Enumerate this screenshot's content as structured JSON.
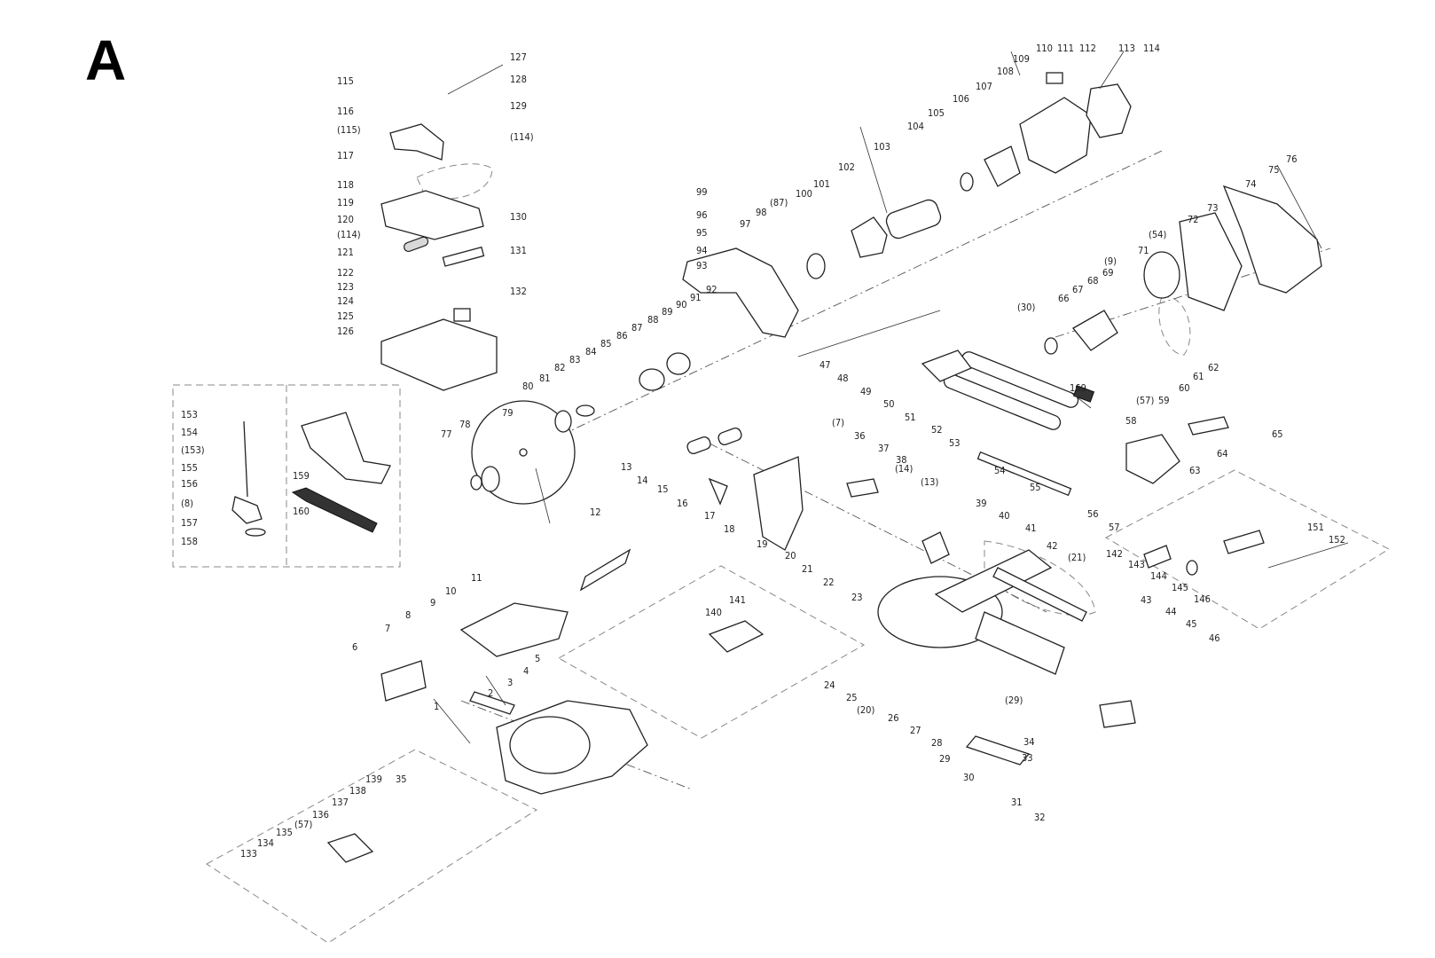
{
  "diagram": {
    "title": "A",
    "callouts": [
      {
        "id": "c1",
        "text": "1"
      },
      {
        "id": "c2",
        "text": "2"
      },
      {
        "id": "c3",
        "text": "3"
      },
      {
        "id": "c4",
        "text": "4"
      },
      {
        "id": "c5",
        "text": "5"
      },
      {
        "id": "c6",
        "text": "6"
      },
      {
        "id": "c7",
        "text": "7"
      },
      {
        "id": "c8",
        "text": "8"
      },
      {
        "id": "c9",
        "text": "9"
      },
      {
        "id": "c10",
        "text": "10"
      },
      {
        "id": "c11",
        "text": "11"
      },
      {
        "id": "c12",
        "text": "12"
      },
      {
        "id": "c13",
        "text": "13"
      },
      {
        "id": "c14",
        "text": "14"
      },
      {
        "id": "c15",
        "text": "15"
      },
      {
        "id": "c16",
        "text": "16"
      },
      {
        "id": "c17",
        "text": "17"
      },
      {
        "id": "c18",
        "text": "18"
      },
      {
        "id": "c19",
        "text": "19"
      },
      {
        "id": "c20",
        "text": "20"
      },
      {
        "id": "c21",
        "text": "21"
      },
      {
        "id": "c22",
        "text": "22"
      },
      {
        "id": "c23",
        "text": "23"
      },
      {
        "id": "c24",
        "text": "24"
      },
      {
        "id": "c25",
        "text": "25"
      },
      {
        "id": "c26",
        "text": "26"
      },
      {
        "id": "c27",
        "text": "27"
      },
      {
        "id": "c28",
        "text": "28"
      },
      {
        "id": "c29",
        "text": "29"
      },
      {
        "id": "c30",
        "text": "30"
      },
      {
        "id": "c31",
        "text": "31"
      },
      {
        "id": "c32",
        "text": "32"
      },
      {
        "id": "c33",
        "text": "33"
      },
      {
        "id": "c34",
        "text": "34"
      },
      {
        "id": "c35",
        "text": "35"
      },
      {
        "id": "c36",
        "text": "36"
      },
      {
        "id": "c37",
        "text": "37"
      },
      {
        "id": "c38",
        "text": "38"
      },
      {
        "id": "c39",
        "text": "39"
      },
      {
        "id": "c40",
        "text": "40"
      },
      {
        "id": "c41",
        "text": "41"
      },
      {
        "id": "c42",
        "text": "42"
      },
      {
        "id": "c43",
        "text": "43"
      },
      {
        "id": "c44",
        "text": "44"
      },
      {
        "id": "c45",
        "text": "45"
      },
      {
        "id": "c46",
        "text": "46"
      },
      {
        "id": "c47",
        "text": "47"
      },
      {
        "id": "c48",
        "text": "48"
      },
      {
        "id": "c49",
        "text": "49"
      },
      {
        "id": "c50",
        "text": "50"
      },
      {
        "id": "c51",
        "text": "51"
      },
      {
        "id": "c52",
        "text": "52"
      },
      {
        "id": "c53",
        "text": "53"
      },
      {
        "id": "c54",
        "text": "54"
      },
      {
        "id": "c55",
        "text": "55"
      },
      {
        "id": "c56",
        "text": "56"
      },
      {
        "id": "c57",
        "text": "57"
      },
      {
        "id": "c58",
        "text": "58"
      },
      {
        "id": "c59",
        "text": "59"
      },
      {
        "id": "c60",
        "text": "60"
      },
      {
        "id": "c61",
        "text": "61"
      },
      {
        "id": "c62",
        "text": "62"
      },
      {
        "id": "c63",
        "text": "63"
      },
      {
        "id": "c64",
        "text": "64"
      },
      {
        "id": "c65",
        "text": "65"
      },
      {
        "id": "c66",
        "text": "66"
      },
      {
        "id": "c67",
        "text": "67"
      },
      {
        "id": "c68",
        "text": "68"
      },
      {
        "id": "c69",
        "text": "69"
      },
      {
        "id": "c71",
        "text": "71"
      },
      {
        "id": "c72",
        "text": "72"
      },
      {
        "id": "c73",
        "text": "73"
      },
      {
        "id": "c74",
        "text": "74"
      },
      {
        "id": "c75",
        "text": "75"
      },
      {
        "id": "c76",
        "text": "76"
      },
      {
        "id": "c77",
        "text": "77"
      },
      {
        "id": "c78",
        "text": "78"
      },
      {
        "id": "c79",
        "text": "79"
      },
      {
        "id": "c80",
        "text": "80"
      },
      {
        "id": "c81",
        "text": "81"
      },
      {
        "id": "c82",
        "text": "82"
      },
      {
        "id": "c83",
        "text": "83"
      },
      {
        "id": "c84",
        "text": "84"
      },
      {
        "id": "c85",
        "text": "85"
      },
      {
        "id": "c86",
        "text": "86"
      },
      {
        "id": "c87",
        "text": "87"
      },
      {
        "id": "c88",
        "text": "88"
      },
      {
        "id": "c89",
        "text": "89"
      },
      {
        "id": "c90",
        "text": "90"
      },
      {
        "id": "c91",
        "text": "91"
      },
      {
        "id": "c92",
        "text": "92"
      },
      {
        "id": "c93",
        "text": "93"
      },
      {
        "id": "c94",
        "text": "94"
      },
      {
        "id": "c95",
        "text": "95"
      },
      {
        "id": "c96",
        "text": "96"
      },
      {
        "id": "c97",
        "text": "97"
      },
      {
        "id": "c98",
        "text": "98"
      },
      {
        "id": "c99",
        "text": "99"
      },
      {
        "id": "c100",
        "text": "100"
      },
      {
        "id": "c101",
        "text": "101"
      },
      {
        "id": "c102",
        "text": "102"
      },
      {
        "id": "c103",
        "text": "103"
      },
      {
        "id": "c104",
        "text": "104"
      },
      {
        "id": "c105",
        "text": "105"
      },
      {
        "id": "c106",
        "text": "106"
      },
      {
        "id": "c107",
        "text": "107"
      },
      {
        "id": "c108",
        "text": "108"
      },
      {
        "id": "c109",
        "text": "109"
      },
      {
        "id": "c110",
        "text": "110"
      },
      {
        "id": "c111",
        "text": "111"
      },
      {
        "id": "c112",
        "text": "112"
      },
      {
        "id": "c113",
        "text": "113"
      },
      {
        "id": "c114",
        "text": "114"
      },
      {
        "id": "c115",
        "text": "115"
      },
      {
        "id": "c116",
        "text": "116"
      },
      {
        "id": "c117",
        "text": "117"
      },
      {
        "id": "c118",
        "text": "118"
      },
      {
        "id": "c119",
        "text": "119"
      },
      {
        "id": "c120",
        "text": "120"
      },
      {
        "id": "c121",
        "text": "121"
      },
      {
        "id": "c122",
        "text": "122"
      },
      {
        "id": "c123",
        "text": "123"
      },
      {
        "id": "c124",
        "text": "124"
      },
      {
        "id": "c125",
        "text": "125"
      },
      {
        "id": "c126",
        "text": "126"
      },
      {
        "id": "c127",
        "text": "127"
      },
      {
        "id": "c128",
        "text": "128"
      },
      {
        "id": "c129",
        "text": "129"
      },
      {
        "id": "c130",
        "text": "130"
      },
      {
        "id": "c131",
        "text": "131"
      },
      {
        "id": "c132",
        "text": "132"
      },
      {
        "id": "c133",
        "text": "133"
      },
      {
        "id": "c134",
        "text": "134"
      },
      {
        "id": "c135",
        "text": "135"
      },
      {
        "id": "c136",
        "text": "136"
      },
      {
        "id": "c137",
        "text": "137"
      },
      {
        "id": "c138",
        "text": "138"
      },
      {
        "id": "c139",
        "text": "139"
      },
      {
        "id": "c140",
        "text": "140"
      },
      {
        "id": "c141",
        "text": "141"
      },
      {
        "id": "c142",
        "text": "142"
      },
      {
        "id": "c143",
        "text": "143"
      },
      {
        "id": "c144",
        "text": "144"
      },
      {
        "id": "c145",
        "text": "145"
      },
      {
        "id": "c146",
        "text": "146"
      },
      {
        "id": "c151",
        "text": "151"
      },
      {
        "id": "c152",
        "text": "152"
      },
      {
        "id": "c153",
        "text": "153"
      },
      {
        "id": "c154",
        "text": "154"
      },
      {
        "id": "c155",
        "text": "155"
      },
      {
        "id": "c156",
        "text": "156"
      },
      {
        "id": "c157",
        "text": "157"
      },
      {
        "id": "c158",
        "text": "158"
      },
      {
        "id": "c159",
        "text": "159"
      },
      {
        "id": "c160",
        "text": "160"
      },
      {
        "id": "c169",
        "text": "169"
      },
      {
        "id": "r7",
        "text": "(7)"
      },
      {
        "id": "r8",
        "text": "(8)"
      },
      {
        "id": "r9",
        "text": "(9)"
      },
      {
        "id": "r13",
        "text": "(13)"
      },
      {
        "id": "r14",
        "text": "(14)"
      },
      {
        "id": "r20",
        "text": "(20)"
      },
      {
        "id": "r21",
        "text": "(21)"
      },
      {
        "id": "r29",
        "text": "(29)"
      },
      {
        "id": "r30",
        "text": "(30)"
      },
      {
        "id": "r54",
        "text": "(54)"
      },
      {
        "id": "r57a",
        "text": "(57)"
      },
      {
        "id": "r57b",
        "text": "(57)"
      },
      {
        "id": "r87",
        "text": "(87)"
      },
      {
        "id": "r114a",
        "text": "(114)"
      },
      {
        "id": "r114b",
        "text": "(114)"
      },
      {
        "id": "r115",
        "text": "(115)"
      },
      {
        "id": "r153",
        "text": "(153)"
      }
    ]
  }
}
